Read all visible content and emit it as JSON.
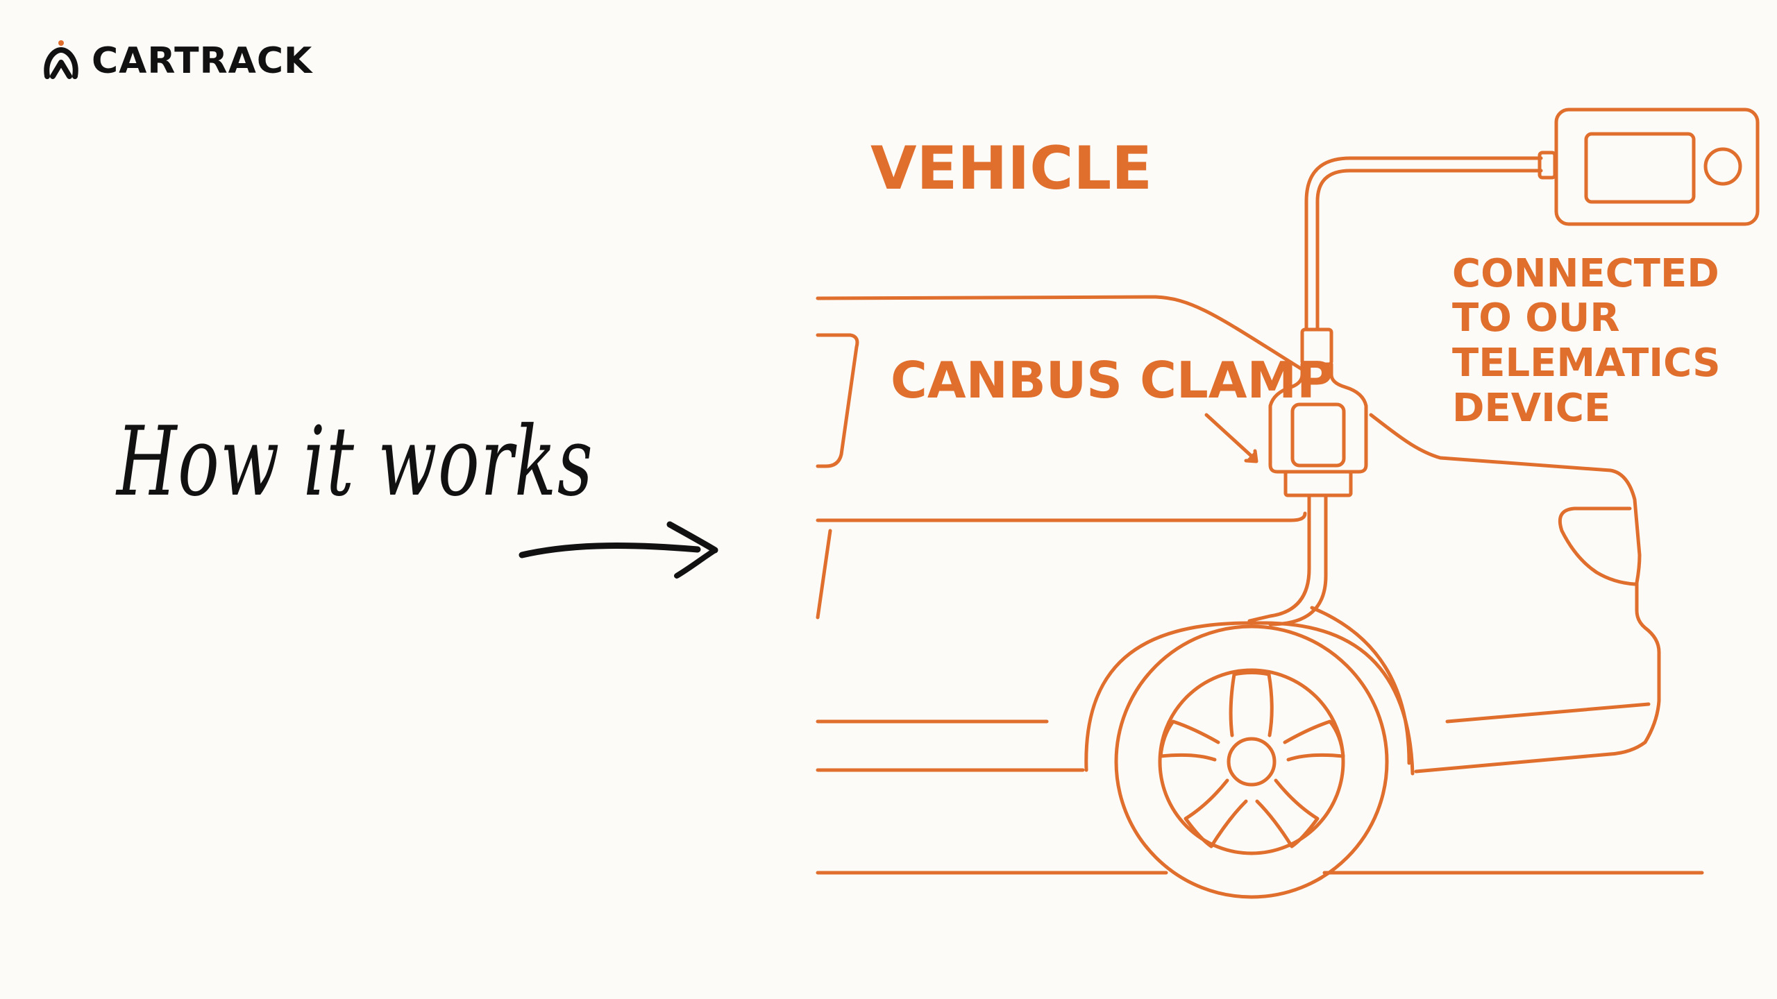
{
  "brand": {
    "name": "CARTRACK",
    "logo_icon": "cartrack-logo-icon",
    "accent_color": "#e06e2c"
  },
  "headline": "How it works",
  "diagram": {
    "label_vehicle": "VEHICLE",
    "label_clamp": "CANBUS CLAMP",
    "label_device_lines": [
      "CONNECTED",
      "TO OUR",
      "TELEMATICS",
      "DEVICE"
    ]
  },
  "colors": {
    "background": "#fcfbf8",
    "line": "#e06e2c",
    "text": "#111111"
  }
}
